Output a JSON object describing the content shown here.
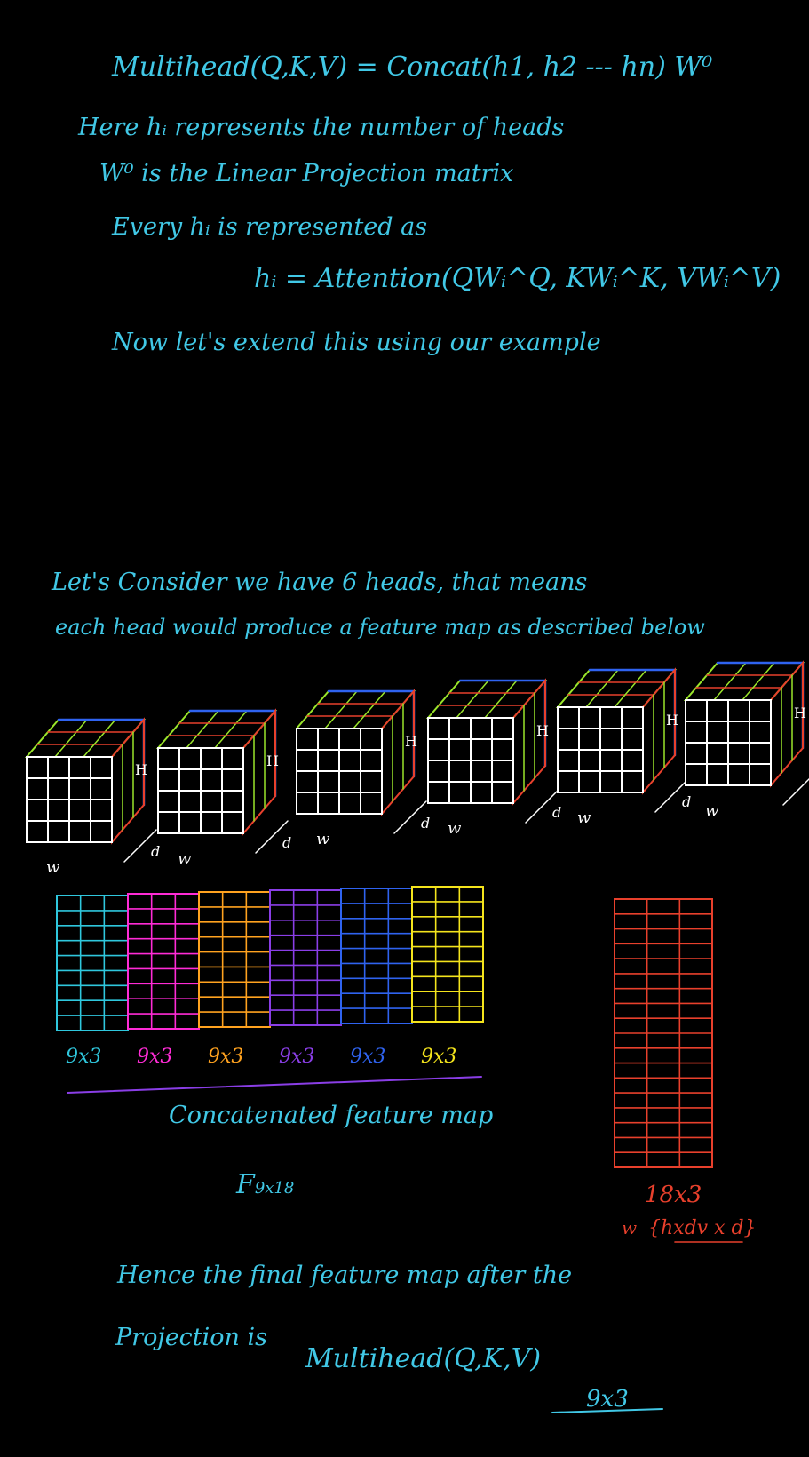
{
  "top": {
    "formula": "Multihead(Q,K,V) = Concat(h1, h2 --- hn) W⁰",
    "line1": "Here hᵢ represents the number of heads",
    "line2": "W⁰ is the Linear Projection matrix",
    "line3": "Every hᵢ is represented as",
    "attention": "hᵢ = Attention(QWᵢ^Q, KWᵢ^K, VWᵢ^V)",
    "line4": "Now let's extend this using our example"
  },
  "middle": {
    "line1": "Let's Consider we have 6 heads, that means",
    "line2": "each head would produce a feature map as described below",
    "cube_w": "w",
    "cube_h": "H",
    "cube_d": "d"
  },
  "concat": {
    "blocks": [
      {
        "label": "9x3",
        "color": "#2fc7dd"
      },
      {
        "label": "9x3",
        "color": "#ff2bd6"
      },
      {
        "label": "9x3",
        "color": "#ffa21f"
      },
      {
        "label": "9x3",
        "color": "#8a3ee6"
      },
      {
        "label": "9x3",
        "color": "#2f63f0"
      },
      {
        "label": "9x3",
        "color": "#f4e41c"
      }
    ],
    "caption": "Concatenated feature map",
    "f_label": "F",
    "f_sub": "9x18"
  },
  "proj": {
    "size": "18x3",
    "w_label": "w",
    "dims": "{hxdv x d}",
    "color": "#e8402c"
  },
  "bottom": {
    "line1": "Hence the final feature map after the",
    "line2": "Projection is",
    "formula": "Multihead(Q,K,V)",
    "size": "9x3"
  }
}
